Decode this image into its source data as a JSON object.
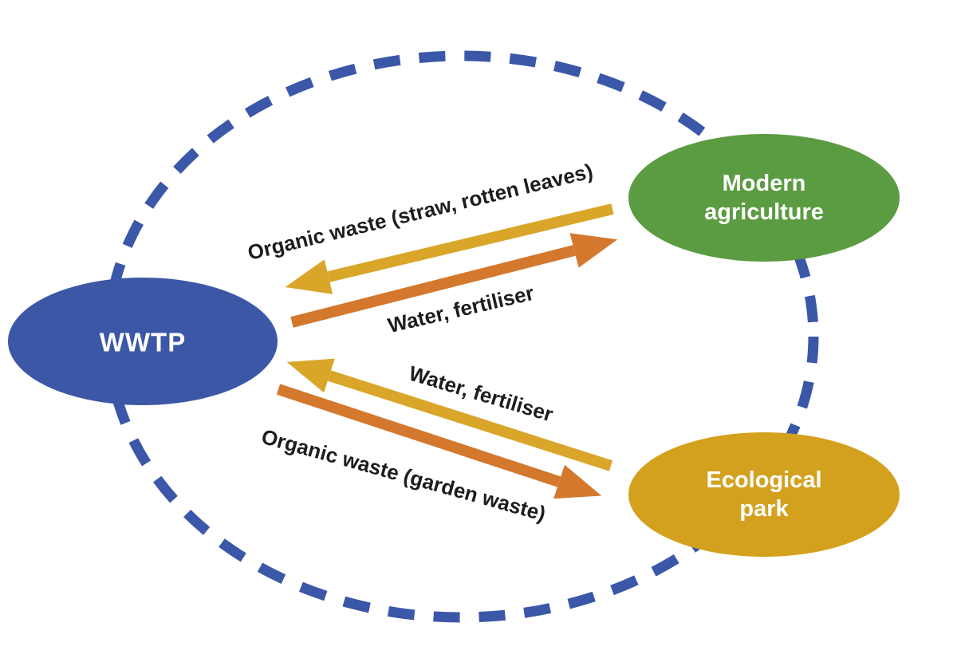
{
  "diagram": {
    "type": "circular-flow",
    "background_color": "#FFFFFF",
    "dashed_circle_color": "#3B57A8",
    "flow_text_color": "#1D1D1B",
    "node_label_color": "#FFFFFF",
    "nodes": [
      {
        "id": "wwtp",
        "label": "WWTP",
        "color": "#3C57A6"
      },
      {
        "id": "modern-agriculture",
        "label": "Modern agriculture",
        "line1": "Modern",
        "line2": "agriculture",
        "color": "#5B9B41"
      },
      {
        "id": "ecological-park",
        "label": "Ecological park",
        "line1": "Ecological",
        "line2": "park",
        "color": "#D4A11F"
      }
    ],
    "flows": [
      {
        "from": "Modern agriculture",
        "to": "WWTP",
        "label": "Organic waste (straw, rotten leaves)",
        "color": "#D9A62A"
      },
      {
        "from": "WWTP",
        "to": "Modern agriculture",
        "label": "Water, fertiliser",
        "color": "#D3782D"
      },
      {
        "from": "Ecological park",
        "to": "WWTP",
        "label": "Water, fertiliser",
        "color": "#D9A62A"
      },
      {
        "from": "WWTP",
        "to": "Ecological park",
        "label": "Organic waste (garden waste)",
        "color": "#D3782D"
      }
    ]
  }
}
